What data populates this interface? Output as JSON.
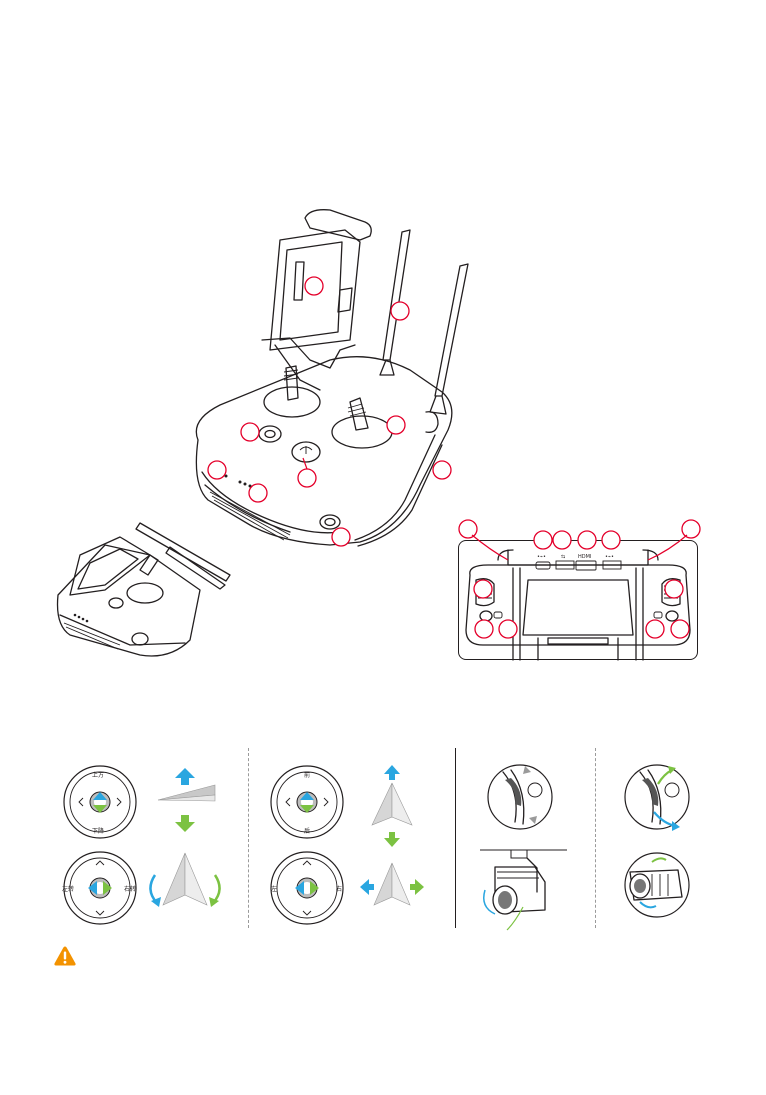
{
  "colors": {
    "callout": "#e4002b",
    "arrow_blue": "#2aa6e0",
    "arrow_green": "#7cc242",
    "warning": "#f39200",
    "line": "#231f20"
  },
  "icons": {
    "warning": "warning-triangle-icon"
  },
  "rear_ports": {
    "labels": [
      "•⌁•",
      "⇆",
      "HDMI",
      "•⌁•"
    ]
  },
  "stick_panels": {
    "throttle": {
      "top": "上方",
      "bottom": "下降"
    },
    "yaw": {
      "left": "左转",
      "right": "右转"
    },
    "pitch": {
      "top": "前",
      "bottom": "后"
    },
    "roll": {
      "left": "左",
      "right": "右"
    }
  }
}
